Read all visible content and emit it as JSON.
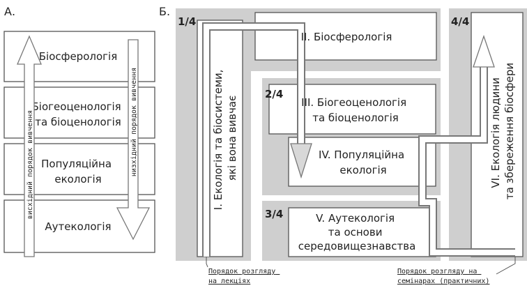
{
  "panel_a": {
    "label": "А.",
    "levels": [
      {
        "lines": [
          "Біосферологія"
        ]
      },
      {
        "lines": [
          "Біогеоценологія",
          "та біоценологія"
        ]
      },
      {
        "lines": [
          "Популяційна",
          "екологія"
        ]
      },
      {
        "lines": [
          "Аутекологія"
        ]
      }
    ],
    "ascending_label": "висхідний порядок вивчення",
    "descending_label": "низхідний порядок вивчення"
  },
  "panel_b": {
    "label": "Б.",
    "quarters": [
      "1/4",
      "2/4",
      "3/4",
      "4/4"
    ],
    "box1_lines": [
      "І. Екологія та біосистеми,",
      "які вона вивчає"
    ],
    "box2_lines": [
      "ІІ. Біосферологія"
    ],
    "box3_lines": [
      "ІІІ. Біогеоценологія",
      "та біоценологія"
    ],
    "box4_lines": [
      "IV. Популяційна",
      "екологія"
    ],
    "box5_lines": [
      "V. Аутекологія",
      "та основи",
      "середовищезнавства"
    ],
    "box6_lines": [
      "VI. Екологія людини",
      "та збереження біосфери"
    ],
    "lecture_note": [
      "Порядок розгляду",
      "на лекціях"
    ],
    "seminar_note": [
      "Порядок розгляду на",
      "семінарах (практичних)"
    ]
  },
  "colors": {
    "gray_band": "#cfcfcf",
    "outline": "#555555",
    "arrow_fill": "#ffffff",
    "arrow_stroke": "#777777"
  }
}
